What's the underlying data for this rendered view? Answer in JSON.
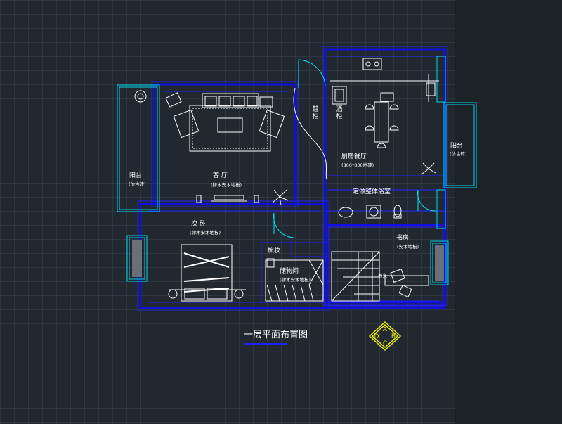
{
  "drawing": {
    "title": "一层平面布置图",
    "colors": {
      "background": "#212830",
      "wall": "#1010e0",
      "outline": "#2020ff",
      "furniture": "#ffffff",
      "balcony": "#00d8e8",
      "door": "#00e8ff",
      "compass": "#e8e800"
    },
    "rooms": {
      "living": {
        "name": "客 厅",
        "note": "(肄木安木地板)"
      },
      "second_bedroom": {
        "name": "次 卧",
        "note": "(肄木安木地板)"
      },
      "storage": {
        "name": "储物间",
        "note": "(肄木安木地板)"
      },
      "dressing": {
        "name": "梳妆"
      },
      "kitchen_dining": {
        "name": "厨房餐厅",
        "note": "(800*800地砖)"
      },
      "bathroom": {
        "name": "定做整体浴室"
      },
      "study": {
        "name": "书房",
        "note": "(安木地板)"
      },
      "shoe_cabinet": {
        "name": "鞋柜"
      },
      "wine_cabinet": {
        "name": "酒柜"
      },
      "balcony_left": {
        "name": "阳台",
        "note": "(仿古砖)"
      },
      "balcony_right": {
        "name": "阳台",
        "note": "(仿古砖)"
      }
    },
    "misc_labels": {
      "study_desk": "书桌"
    },
    "compass": {
      "letters": [
        "A",
        "B",
        "C",
        "D"
      ]
    }
  }
}
